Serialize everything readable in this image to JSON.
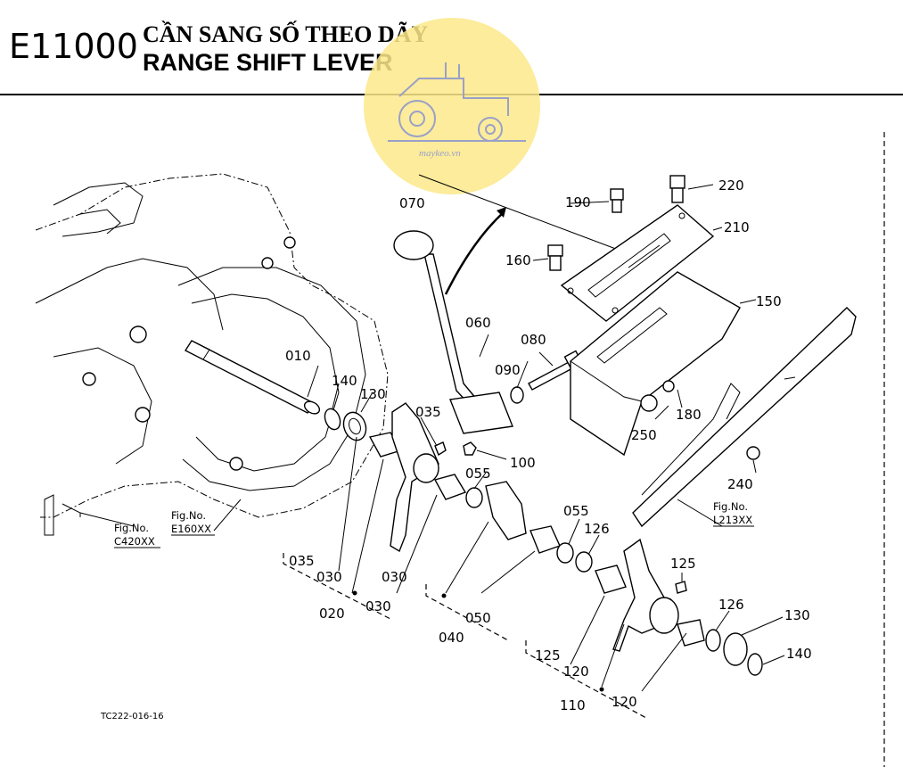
{
  "header": {
    "code": "E11000",
    "title_vi": "CẦN SANG SỐ THEO DÃY",
    "title_en": "RANGE SHIFT LEVER"
  },
  "watermark": {
    "text": "maykeo.vn",
    "color": "#fbe98a"
  },
  "labels": {
    "p010": "010",
    "p020": "020",
    "p030a": "030",
    "p030b": "030",
    "p030c": "030",
    "p035a": "035",
    "p035b": "035",
    "p040": "040",
    "p050": "050",
    "p055a": "055",
    "p055b": "055",
    "p060": "060",
    "p070": "070",
    "p080": "080",
    "p090": "090",
    "p100": "100",
    "p110": "110",
    "p120a": "120",
    "p120b": "120",
    "p125a": "125",
    "p125b": "125",
    "p126a": "126",
    "p126b": "126",
    "p130a": "130",
    "p130b": "130",
    "p140a": "140",
    "p140b": "140",
    "p150": "150",
    "p160": "160",
    "p180": "180",
    "p190": "190",
    "p210": "210",
    "p220": "220",
    "p240": "240",
    "p250": "250"
  },
  "figrefs": {
    "c420": {
      "title": "Fig.No.",
      "ref": "C420XX"
    },
    "e160": {
      "title": "Fig.No.",
      "ref": "E160XX"
    },
    "l213": {
      "title": "Fig.No.",
      "ref": "L213XX"
    }
  },
  "source_code": "TC222-016-16"
}
